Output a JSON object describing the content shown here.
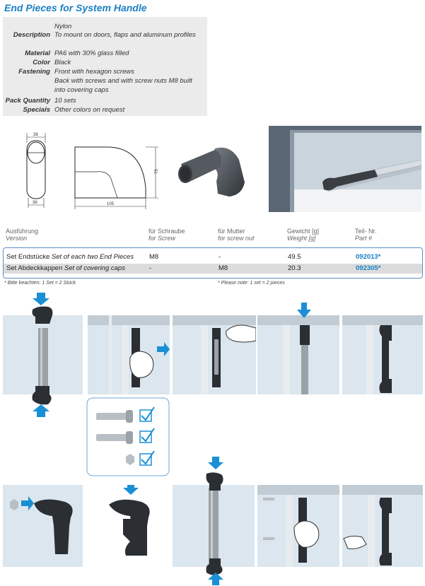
{
  "title": "End Pieces for System Handle",
  "specs": [
    {
      "label": "",
      "value": "Nylon"
    },
    {
      "label": "Description",
      "value": "To mount on doors, flaps and aluminum profiles"
    },
    {
      "label": "Material",
      "value": "PA6 with 30% glass filled"
    },
    {
      "label": "Color",
      "value": "Black"
    },
    {
      "label": "Fastening",
      "value": "Front with hexagon screws"
    },
    {
      "label": "",
      "value": "Back with screws and with screw nuts M8 built"
    },
    {
      "label": "",
      "value": "into covering caps"
    },
    {
      "label": "Pack Quantity",
      "value": "10 sets"
    },
    {
      "label": "Specials",
      "value": "Other colors on request"
    }
  ],
  "dimensions": {
    "d38": "38",
    "d36": "36",
    "d105": "105",
    "d75": "75"
  },
  "table": {
    "headers": [
      {
        "de": "Ausführung",
        "en": "Version"
      },
      {
        "de": "für Schraube",
        "en": "for Screw"
      },
      {
        "de": "für Mutter",
        "en": "for screw nut"
      },
      {
        "de": "Gewicht [g]",
        "en": "Weight [g]"
      },
      {
        "de": "Teil- Nr.",
        "en": "Part #"
      }
    ],
    "rows": [
      {
        "de": "Set Endstücke",
        "en": "Set of each two End Pieces",
        "screw": "M8",
        "nut": "-",
        "weight": "49.5",
        "part": "092013*"
      },
      {
        "de": "Set Abdeckkappen",
        "en": "Set of covering caps",
        "screw": "-",
        "nut": "M8",
        "weight": "20.3",
        "part": "092305*"
      }
    ]
  },
  "notes": {
    "de": "* Bitte beachten: 1 Set = 2 Stück",
    "en": "* Please note: 1 set = 2 pieces"
  },
  "colors": {
    "accent": "#1b7fc4",
    "arrow": "#1a8fd6",
    "panel": "#dbe6ee",
    "frame": "#5a6572"
  }
}
